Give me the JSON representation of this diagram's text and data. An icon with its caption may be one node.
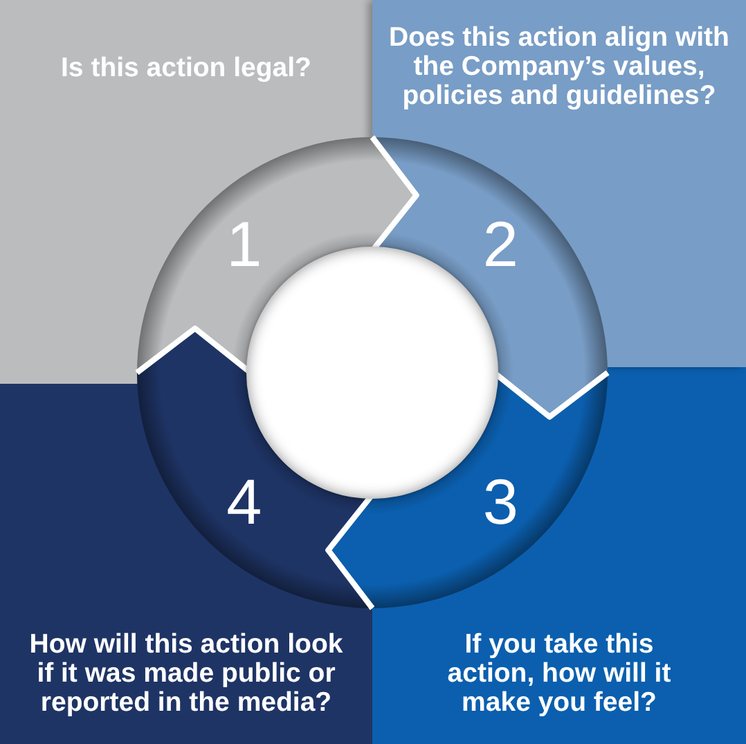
{
  "diagram": {
    "nodes": [
      {
        "text": [
          "Is this action legal?"
        ]
      },
      {
        "text": [
          "Does this action align with the Company’s values, policies and guidelines?"
        ]
      },
      {
        "text": [
          "How will this action look if it was made public or reported in the media?"
        ]
      },
      {
        "text": [
          "If you take this action, how will it make you feel?"
        ]
      },
      {
        "text": [
          "1"
        ]
      },
      {
        "text": [
          "2"
        ]
      },
      {
        "text": [
          "3"
        ]
      },
      {
        "text": [
          "4"
        ]
      },
      {
        "text": [],
        "shape": "circle"
      }
    ]
  }
}
